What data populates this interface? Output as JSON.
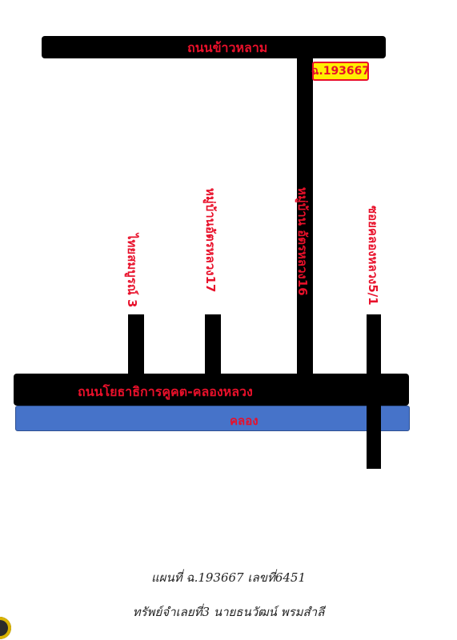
{
  "roads": {
    "top": "ถนนข้าวหลาม",
    "bottom": "ถนนโยธาธิการคูคต-คลองหลวง"
  },
  "canal": "คลอง",
  "marker": "ฉ.193667",
  "side_roads": [
    "ไทยสมบูรณ์ 3",
    "หมู่บ้านอัตรหลวง17",
    "หมู่บ้าน อัตรหลวง16",
    "ซอยคลองหลวง5/1"
  ],
  "caption": {
    "line1": "แผนที่ ฉ.193667   เลขที่6451",
    "line2": "ทรัพย์จำเลยที่3 นายธนวัฒน์  พรมสำลี"
  },
  "colors": {
    "road": "#000000",
    "label": "#e8102a",
    "canal": "#4673c9",
    "marker_fill": "#ffee00"
  }
}
